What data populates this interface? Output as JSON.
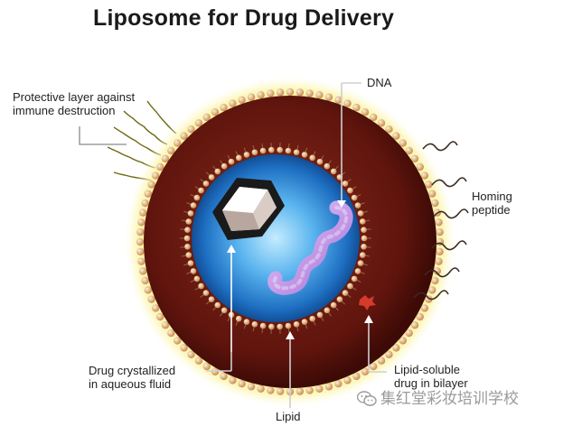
{
  "title": "Liposome for Drug Delivery",
  "labels": {
    "protective_line1": "Protective layer against",
    "protective_line2": "immune destruction",
    "dna": "DNA",
    "homing_line1": "Homing",
    "homing_line2": "peptide",
    "drug_line1": "Drug crystallized",
    "drug_line2": "in aqueous fluid",
    "lipid_soluble_line1": "Lipid-soluble",
    "lipid_soluble_line2": "drug in bilayer",
    "lipid": "Lipid"
  },
  "watermark": {
    "icon": "wechat-icon",
    "text": "集红堂彩妆培训学校"
  },
  "colors": {
    "membrane": "#6b1a12",
    "halo": "#f4e23a",
    "lipid_head": "#e3b88a",
    "core_blue": "#2f8fd6",
    "dna": "#c79be8",
    "crystal_drug": "#d63a2a"
  }
}
